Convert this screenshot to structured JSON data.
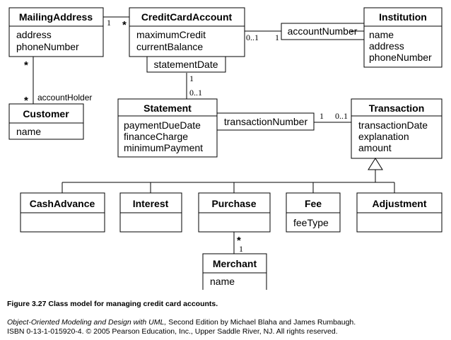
{
  "classes": {
    "mailing_address": {
      "name": "MailingAddress",
      "attributes": [
        "address",
        "phoneNumber"
      ]
    },
    "credit_card_account": {
      "name": "CreditCardAccount",
      "attributes": [
        "maximumCredit",
        "currentBalance"
      ]
    },
    "institution": {
      "name": "Institution",
      "attributes": [
        "name",
        "address",
        "phoneNumber"
      ]
    },
    "customer": {
      "name": "Customer",
      "attributes": [
        "name"
      ]
    },
    "statement": {
      "name": "Statement",
      "attributes": [
        "paymentDueDate",
        "financeCharge",
        "minimumPayment"
      ]
    },
    "transaction": {
      "name": "Transaction",
      "attributes": [
        "transactionDate",
        "explanation",
        "amount"
      ]
    },
    "cash_advance": {
      "name": "CashAdvance",
      "attributes": []
    },
    "interest": {
      "name": "Interest",
      "attributes": []
    },
    "purchase": {
      "name": "Purchase",
      "attributes": []
    },
    "fee": {
      "name": "Fee",
      "attributes": [
        "feeType"
      ]
    },
    "adjustment": {
      "name": "Adjustment",
      "attributes": []
    },
    "merchant": {
      "name": "Merchant",
      "attributes": [
        "name"
      ]
    }
  },
  "qualifiers": {
    "account_number": "accountNumber",
    "statement_date": "statementDate",
    "transaction_number": "transactionNumber"
  },
  "roles": {
    "account_holder": "accountHolder"
  },
  "multiplicities": {
    "mailing_to_account_near_mailing": "1",
    "mailing_to_account_near_account": "*",
    "account_to_institution_near_account": "0..1",
    "account_to_institution_near_institution": "1",
    "mailing_to_customer_near_mailing": "*",
    "mailing_to_customer_near_customer": "*",
    "account_to_statement_near_account": "1",
    "account_to_statement_near_statement": "0..1",
    "statement_to_transaction_near_statement": "1",
    "statement_to_transaction_near_transaction": "0..1",
    "purchase_to_merchant_near_purchase": "*",
    "purchase_to_merchant_near_merchant": "1"
  },
  "caption": "Figure 3.27  Class model for managing credit card accounts.",
  "citation": {
    "book_title": "Object-Oriented Modeling and Design with UML,",
    "line1_rest": " Second Edition by Michael Blaha and James Rumbaugh.",
    "line2": "ISBN 0-13-1-015920-4. © 2005 Pearson Education, Inc., Upper Saddle River, NJ. All rights reserved."
  }
}
